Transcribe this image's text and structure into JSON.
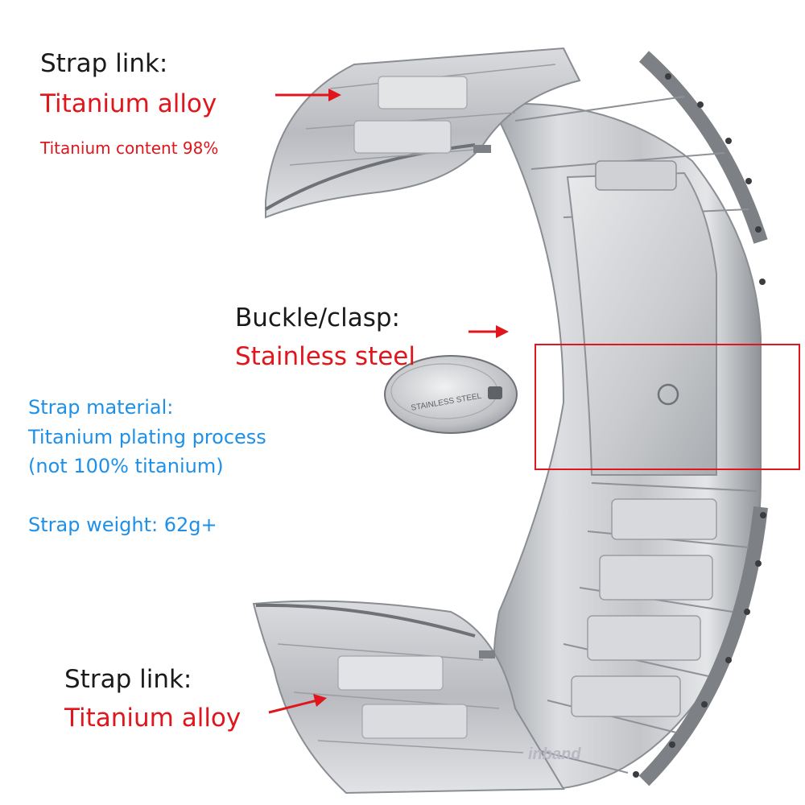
{
  "labels": {
    "strap_link_top": "Strap link:",
    "titanium_alloy_top": "Titanium alloy",
    "titanium_content": "Titanium content 98%",
    "buckle_clasp": "Buckle/clasp:",
    "stainless_steel": "Stainless steel",
    "strap_material": "Strap material:",
    "plating_process": "Titanium plating process",
    "not_100": "(not 100% titanium)",
    "strap_weight": "Strap weight: 62g+",
    "strap_link_bottom": "Strap link:",
    "titanium_alloy_bottom": "Titanium alloy",
    "clasp_engraving": "STAINLESS STEEL",
    "watermark": "inband"
  },
  "colors": {
    "label_dark": "#1a1a1a",
    "label_red": "#e0161c",
    "label_blue": "#1e90e8",
    "highlight_box": "#e0161c",
    "metal": "#c4c6ca"
  }
}
